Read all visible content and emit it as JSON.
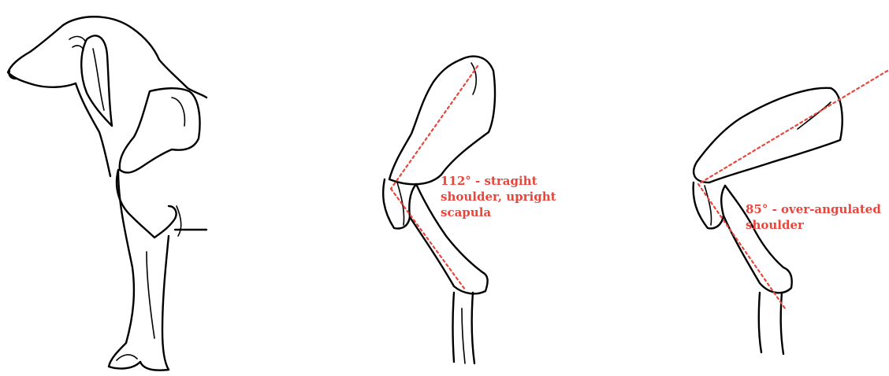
{
  "colors": {
    "annotation": "#e8453c",
    "ink": "#000000",
    "background": "#ffffff"
  },
  "panels": [
    {
      "label_lines": []
    },
    {
      "label_lines": [
        "112° - stragiht",
        "shoulder, upright",
        "scapula"
      ]
    },
    {
      "label_lines": [
        "85° - over-angulated",
        "shoulder"
      ]
    }
  ]
}
